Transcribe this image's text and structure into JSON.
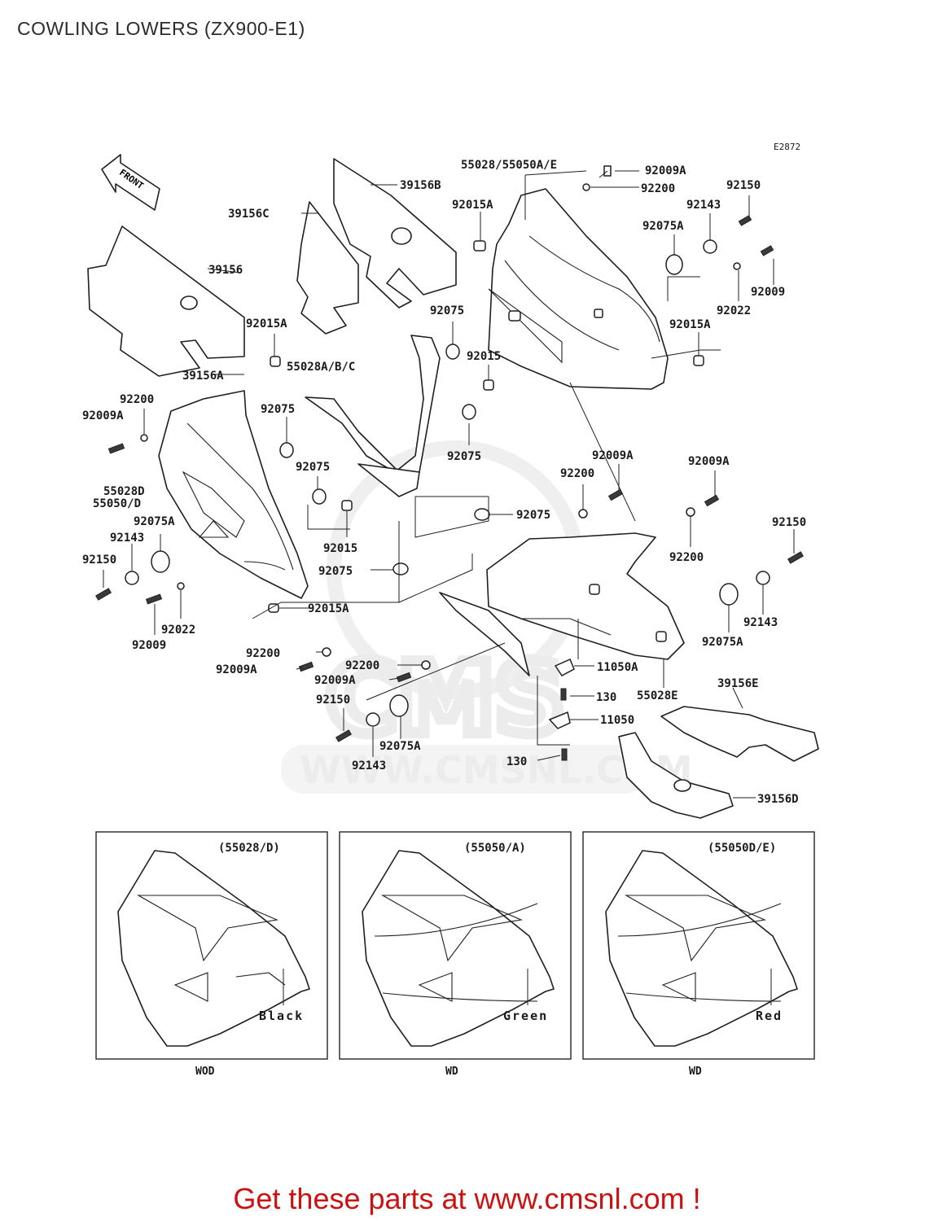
{
  "page": {
    "title": "COWLING LOWERS (ZX900-E1)",
    "footer": "Get these parts at www.cmsnl.com !"
  },
  "diagram": {
    "ref_code": "E2872",
    "front_arrow": "FRONT",
    "watermark": "WWW.CMSNL.COM",
    "labels": {
      "l39156B": "39156B",
      "l39156C": "39156C",
      "l39156": "39156",
      "l39156A": "39156A",
      "l55028_55050AE": "55028/55050A/E",
      "l92009A_1": "92009A",
      "l92200_1": "92200",
      "l92015A_1": "92015A",
      "l92150_1": "92150",
      "l92143_1": "92143",
      "l92075A_1": "92075A",
      "l92009_1": "92009",
      "l92022_1": "92022",
      "l92015A_2": "92015A",
      "l92075_1": "92075",
      "l92015_1": "92015",
      "l92015A_3": "92015A",
      "l55028ABC": "55028A/B/C",
      "l92200_2": "92200",
      "l92009A_2": "92009A",
      "l92075_2": "92075",
      "l92075_3": "92075",
      "l92075_4": "92075",
      "l55028D": "55028D",
      "l55050D": "55050/D",
      "l92075A_2": "92075A",
      "l92143_2": "92143",
      "l92150_2": "92150",
      "l92009_2": "92009",
      "l92022_2": "92022",
      "l92009A_3": "92009A",
      "l92200_3": "92200",
      "l92075_5": "92075",
      "l92015_2": "92015",
      "l92075_6": "92075",
      "l92015A_4": "92015A",
      "l92009A_4": "92009A",
      "l92200_4": "92200",
      "l92150_3": "92150",
      "l92143_3": "92143",
      "l92075A_3": "92075A",
      "l92200_5": "92200",
      "l92009A_5": "92009A",
      "l92200_6": "92200",
      "l92009A_6": "92009A",
      "l11050A": "11050A",
      "l130_1": "130",
      "l55028E": "55028E",
      "l39156E": "39156E",
      "l11050": "11050",
      "l92150_4": "92150",
      "l92143_4": "92143",
      "l92075A_4": "92075A",
      "l130_2": "130",
      "l39156D": "39156D"
    },
    "variants": [
      {
        "title": "(55028/D)",
        "color": "Black",
        "code": "WOD"
      },
      {
        "title": "(55050/A)",
        "color": "Green",
        "code": "WD"
      },
      {
        "title": "(55050D/E)",
        "color": "Red",
        "code": "WD"
      }
    ]
  }
}
